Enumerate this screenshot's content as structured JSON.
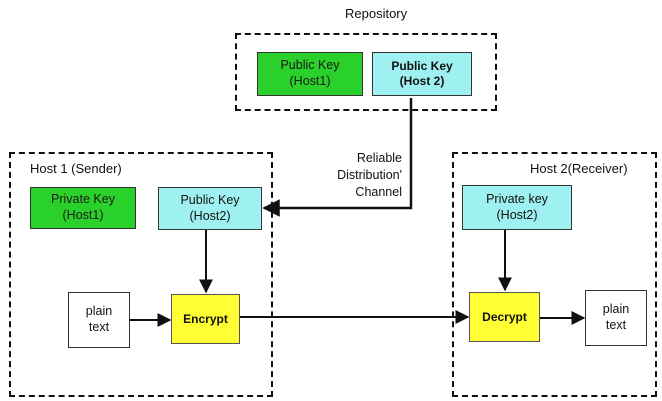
{
  "repository": {
    "label": "Repository",
    "public_key_host1": "Public Key\n(Host1)",
    "public_key_host2": "Public Key\n(Host 2)"
  },
  "host1": {
    "label": "Host 1 (Sender)",
    "private_key": "Private Key\n(Host1)",
    "public_key": "Public Key\n(Host2)",
    "plain_text": "plain\ntext",
    "encrypt": "Encrypt"
  },
  "host2": {
    "label": "Host 2(Receiver)",
    "private_key": "Private key\n(Host2)",
    "decrypt": "Decrypt",
    "plain_text": "plain\ntext"
  },
  "channel": {
    "label": "Reliable\nDistribution'\nChannel"
  },
  "colors": {
    "private_key": "#2bd12b",
    "public_key": "#9ff0f0",
    "cipher_op": "#ffff33"
  }
}
